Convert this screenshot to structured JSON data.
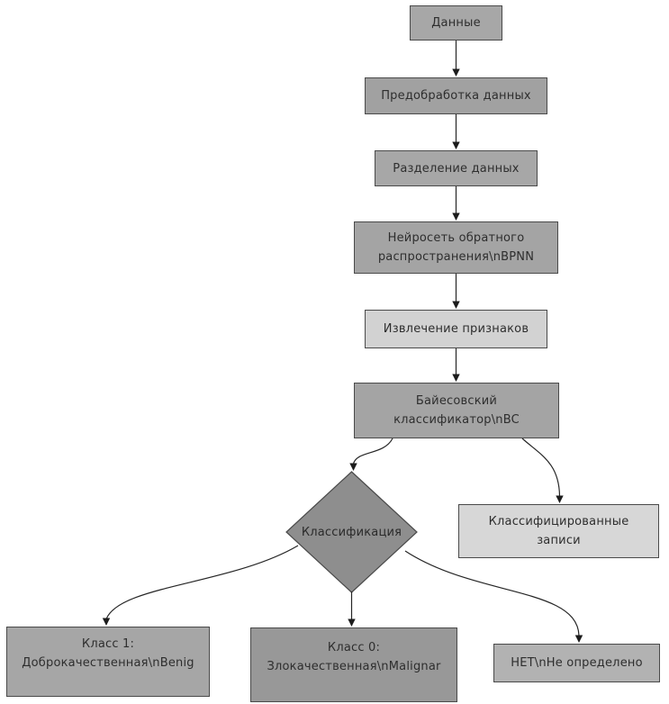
{
  "diagram": {
    "background_color": "#ffffff",
    "border_color": "#4a4a4a",
    "arrow_color": "#262626",
    "text_color": "#2e2e2e",
    "nodes": {
      "data": {
        "lines": [
          "Данные"
        ],
        "fill": "#a7a7a7",
        "shape": "rect"
      },
      "preprocess": {
        "lines": [
          "Предобработка данных"
        ],
        "fill": "#a1a1a1",
        "shape": "rect"
      },
      "split": {
        "lines": [
          "Разделение данных"
        ],
        "fill": "#a7a7a7",
        "shape": "rect"
      },
      "bpnn": {
        "lines": [
          "Нейросеть обратного",
          "распространения\\nBPNN"
        ],
        "fill": "#a4a4a4",
        "shape": "rect"
      },
      "features": {
        "lines": [
          "Извлечение признаков"
        ],
        "fill": "#d2d2d2",
        "shape": "rect"
      },
      "bayes": {
        "lines": [
          "Байесовский",
          "классификатор\\nBC"
        ],
        "fill": "#a4a4a4",
        "shape": "rect"
      },
      "decision": {
        "lines": [
          "Классификация"
        ],
        "fill": "#8e8e8e",
        "shape": "diamond"
      },
      "records": {
        "lines": [
          "Классифицированные",
          "записи"
        ],
        "fill": "#d7d7d7",
        "shape": "rect"
      },
      "class1": {
        "lines": [
          "Класс 1:",
          "Доброкачественная\\nBenig"
        ],
        "fill": "#a6a6a6",
        "shape": "rect"
      },
      "class0": {
        "lines": [
          "Класс 0:",
          "Злокачественная\\nMalignar"
        ],
        "fill": "#989898",
        "shape": "rect"
      },
      "notdef": {
        "lines": [
          "НЕТ\\nНе определено"
        ],
        "fill": "#b2b2b2",
        "shape": "rect"
      }
    },
    "edges": [
      {
        "from": "data",
        "to": "preprocess",
        "type": "straight-arrow"
      },
      {
        "from": "preprocess",
        "to": "split",
        "type": "straight-arrow"
      },
      {
        "from": "split",
        "to": "bpnn",
        "type": "straight-arrow"
      },
      {
        "from": "bpnn",
        "to": "features",
        "type": "straight-arrow"
      },
      {
        "from": "features",
        "to": "bayes",
        "type": "straight-arrow"
      },
      {
        "from": "bayes",
        "to": "decision",
        "type": "curved-arrow"
      },
      {
        "from": "bayes",
        "to": "records",
        "type": "curved-arrow"
      },
      {
        "from": "decision",
        "to": "class1",
        "type": "curved-arrow"
      },
      {
        "from": "decision",
        "to": "class0",
        "type": "straight-arrow"
      },
      {
        "from": "decision",
        "to": "notdef",
        "type": "curved-arrow"
      }
    ]
  }
}
